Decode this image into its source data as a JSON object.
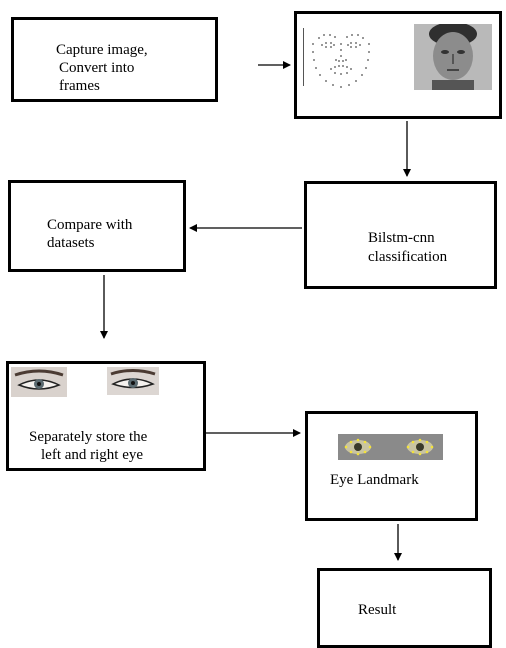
{
  "diagram": {
    "boxes": {
      "capture": {
        "line1": "Capture image,",
        "line2": "Convert into",
        "line3": "frames"
      },
      "face_images": {},
      "bilstm": {
        "line1": "Bilstm-cnn",
        "line2": "classification"
      },
      "compare": {
        "line1": "Compare with",
        "line2": "datasets"
      },
      "separate": {
        "line1": "Separately store the",
        "line2": "left and right eye"
      },
      "eye_landmark": {
        "label": "Eye Landmark"
      },
      "result": {
        "label": "Result"
      }
    },
    "edges": [
      {
        "from": "capture",
        "to": "face_images"
      },
      {
        "from": "face_images",
        "to": "bilstm"
      },
      {
        "from": "bilstm",
        "to": "compare"
      },
      {
        "from": "compare",
        "to": "separate"
      },
      {
        "from": "separate",
        "to": "eye_landmark"
      },
      {
        "from": "eye_landmark",
        "to": "result"
      }
    ],
    "colors": {
      "stroke": "#000000",
      "background": "#ffffff"
    }
  }
}
